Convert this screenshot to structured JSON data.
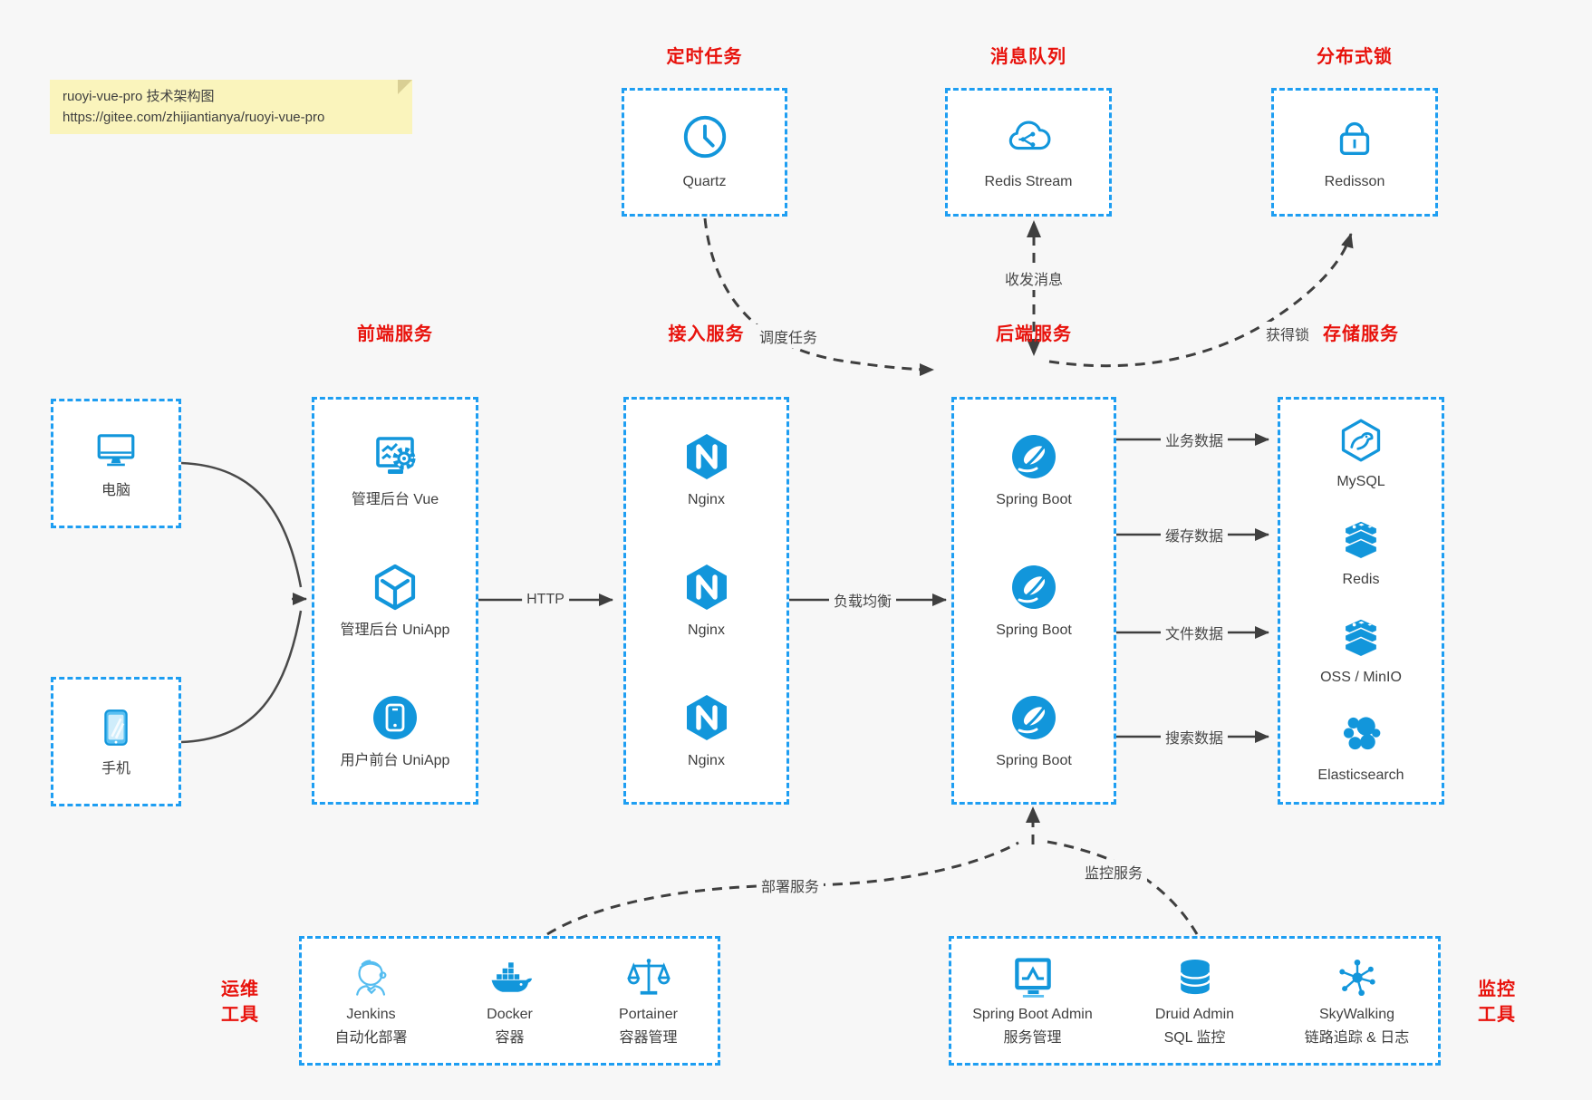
{
  "note": {
    "line1": "ruoyi-vue-pro 技术架构图",
    "line2": "https://gitee.com/zhijiantianya/ruoyi-vue-pro"
  },
  "colors": {
    "accent_blue": "#1296DB",
    "border_blue": "#1E9EF2",
    "title_red": "#E8120C",
    "arrow_dark": "#3F3F3F",
    "note_bg": "#FAF4BC",
    "canvas_bg": "#F7F7F7"
  },
  "top_groups": [
    {
      "id": "scheduled-task",
      "title": "定时任务",
      "node": {
        "icon": "clock-icon",
        "label": "Quartz"
      }
    },
    {
      "id": "message-queue",
      "title": "消息队列",
      "node": {
        "icon": "cloud-stream-icon",
        "label": "Redis Stream"
      }
    },
    {
      "id": "distributed-lock",
      "title": "分布式锁",
      "node": {
        "icon": "lock-icon",
        "label": "Redisson"
      }
    }
  ],
  "clients": [
    {
      "icon": "desktop-icon",
      "label": "电脑"
    },
    {
      "icon": "phone-icon",
      "label": "手机"
    }
  ],
  "columns": [
    {
      "id": "frontend",
      "title": "前端服务",
      "items": [
        {
          "icon": "admin-vue-icon",
          "label": "管理后台 Vue"
        },
        {
          "icon": "uniapp-cube-icon",
          "label": "管理后台 UniApp"
        },
        {
          "icon": "user-uniapp-icon",
          "label": "用户前台 UniApp"
        }
      ]
    },
    {
      "id": "gateway",
      "title": "接入服务",
      "items": [
        {
          "icon": "nginx-icon",
          "label": "Nginx"
        },
        {
          "icon": "nginx-icon",
          "label": "Nginx"
        },
        {
          "icon": "nginx-icon",
          "label": "Nginx"
        }
      ]
    },
    {
      "id": "backend",
      "title": "后端服务",
      "items": [
        {
          "icon": "spring-boot-icon",
          "label": "Spring Boot"
        },
        {
          "icon": "spring-boot-icon",
          "label": "Spring Boot"
        },
        {
          "icon": "spring-boot-icon",
          "label": "Spring Boot"
        }
      ]
    },
    {
      "id": "storage",
      "title": "存储服务",
      "items": [
        {
          "icon": "mysql-icon",
          "label": "MySQL"
        },
        {
          "icon": "redis-icon",
          "label": "Redis"
        },
        {
          "icon": "redis-icon",
          "label": "OSS / MinIO"
        },
        {
          "icon": "elasticsearch-icon",
          "label": "Elasticsearch"
        }
      ]
    }
  ],
  "edges": {
    "http": "HTTP",
    "load_balance": "负载均衡",
    "data_labels": [
      "业务数据",
      "缓存数据",
      "文件数据",
      "搜索数据"
    ],
    "schedule": "调度任务",
    "message": "收发消息",
    "lock": "获得锁",
    "deploy": "部署服务",
    "monitor": "监控服务"
  },
  "bottom_groups": [
    {
      "id": "ops-tools",
      "side_label": [
        "运维",
        "工具"
      ],
      "items": [
        {
          "icon": "jenkins-icon",
          "label": "Jenkins",
          "sub": "自动化部署"
        },
        {
          "icon": "docker-icon",
          "label": "Docker",
          "sub": "容器"
        },
        {
          "icon": "portainer-icon",
          "label": "Portainer",
          "sub": "容器管理"
        }
      ]
    },
    {
      "id": "monitor-tools",
      "side_label": [
        "监控",
        "工具"
      ],
      "items": [
        {
          "icon": "springboot-admin-icon",
          "label": "Spring Boot Admin",
          "sub": "服务管理"
        },
        {
          "icon": "druid-icon",
          "label": "Druid Admin",
          "sub": "SQL 监控"
        },
        {
          "icon": "skywalking-icon",
          "label": "SkyWalking",
          "sub": "链路追踪 & 日志"
        }
      ]
    }
  ]
}
